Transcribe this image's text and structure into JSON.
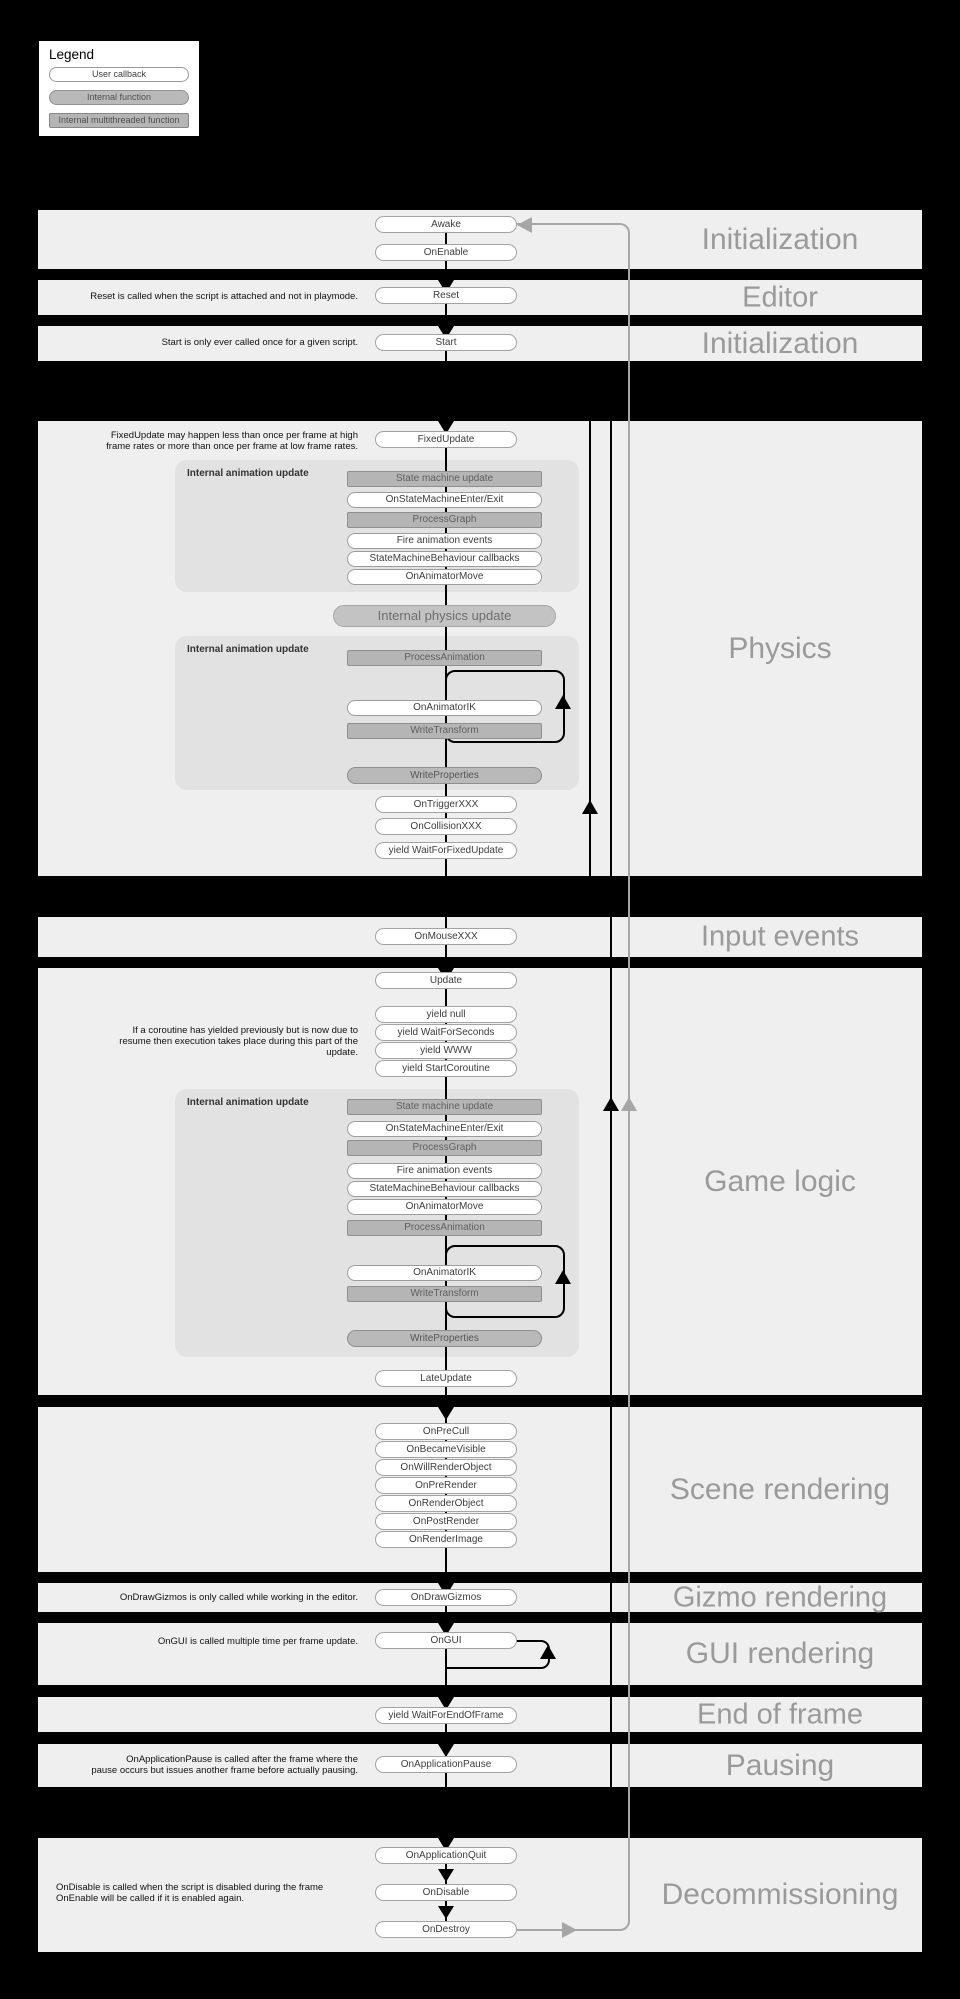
{
  "legend": {
    "title": "Legend",
    "items": [
      {
        "label": "User callback",
        "type": "user-callback"
      },
      {
        "label": "Internal function",
        "type": "internal-function"
      },
      {
        "label": "Internal multithreaded function",
        "type": "internal-multithreaded-function"
      }
    ]
  },
  "sections": [
    {
      "title": "Initialization"
    },
    {
      "title": "Editor"
    },
    {
      "title": "Initialization"
    },
    {
      "title": "Physics"
    },
    {
      "title": "Input events"
    },
    {
      "title": "Game logic"
    },
    {
      "title": "Scene rendering"
    },
    {
      "title": "Gizmo rendering"
    },
    {
      "title": "GUI rendering"
    },
    {
      "title": "End of frame"
    },
    {
      "title": "Pausing"
    },
    {
      "title": "Decommissioning"
    }
  ],
  "notes": {
    "reset": "Reset is called when the script is attached and not in playmode.",
    "start": "Start is only ever called once for a given script.",
    "fixed_update": "FixedUpdate may happen less than once per frame at high\nframe rates or more than once per frame at low frame rates.",
    "coroutine": "If a coroutine has yielded previously but is now due to\nresume then execution takes place during this part of the\nupdate.",
    "gizmos": "OnDrawGizmos is only called while working in the editor.",
    "gui": "OnGUI is called multiple time per frame update.",
    "pause": "OnApplicationPause is called after the frame where the\npause occurs but issues another frame before actually pausing.",
    "disable": "OnDisable is called when the script is disabled during the frame\nOnEnable will be called if it is enabled again."
  },
  "nodes": {
    "awake": "Awake",
    "on_enable": "OnEnable",
    "reset": "Reset",
    "start": "Start",
    "fixed_update": "FixedUpdate",
    "internal_animation_update": "Internal animation update",
    "state_machine_update": "State machine update",
    "on_state_machine_enter_exit": "OnStateMachineEnter/Exit",
    "process_graph": "ProcessGraph",
    "fire_animation_events": "Fire animation events",
    "state_machine_behaviour_callbacks": "StateMachineBehaviour callbacks",
    "on_animator_move": "OnAnimatorMove",
    "internal_physics_update": "Internal physics update",
    "process_animation": "ProcessAnimation",
    "on_animator_ik": "OnAnimatorIK",
    "write_transform": "WriteTransform",
    "write_properties": "WriteProperties",
    "on_trigger_xxx": "OnTriggerXXX",
    "on_collision_xxx": "OnCollisionXXX",
    "yield_wait_for_fixed_update": "yield WaitForFixedUpdate",
    "on_mouse_xxx": "OnMouseXXX",
    "update": "Update",
    "yield_null": "yield null",
    "yield_wait_for_seconds": "yield WaitForSeconds",
    "yield_www": "yield WWW",
    "yield_start_coroutine": "yield StartCoroutine",
    "late_update": "LateUpdate",
    "on_pre_cull": "OnPreCull",
    "on_became_visible": "OnBecameVisible",
    "on_will_render_object": "OnWillRenderObject",
    "on_pre_render": "OnPreRender",
    "on_render_object": "OnRenderObject",
    "on_post_render": "OnPostRender",
    "on_render_image": "OnRenderImage",
    "on_draw_gizmos": "OnDrawGizmos",
    "on_gui": "OnGUI",
    "yield_wait_for_end_of_frame": "yield WaitForEndOfFrame",
    "on_application_pause": "OnApplicationPause",
    "on_application_quit": "OnApplicationQuit",
    "on_disable": "OnDisable",
    "on_destroy": "OnDestroy"
  },
  "colors": {
    "page_bg": "#000000",
    "section_bg": "#efefef",
    "group_bg": "#e2e2e2",
    "user_pill_bg": "#ffffff",
    "internal_pill_bg": "#b9b9b9",
    "multithreaded_bg": "#b5b5b5",
    "flow_line": "#000000",
    "return_line": "#a6a6a6",
    "section_title": "#9a9a9a"
  }
}
